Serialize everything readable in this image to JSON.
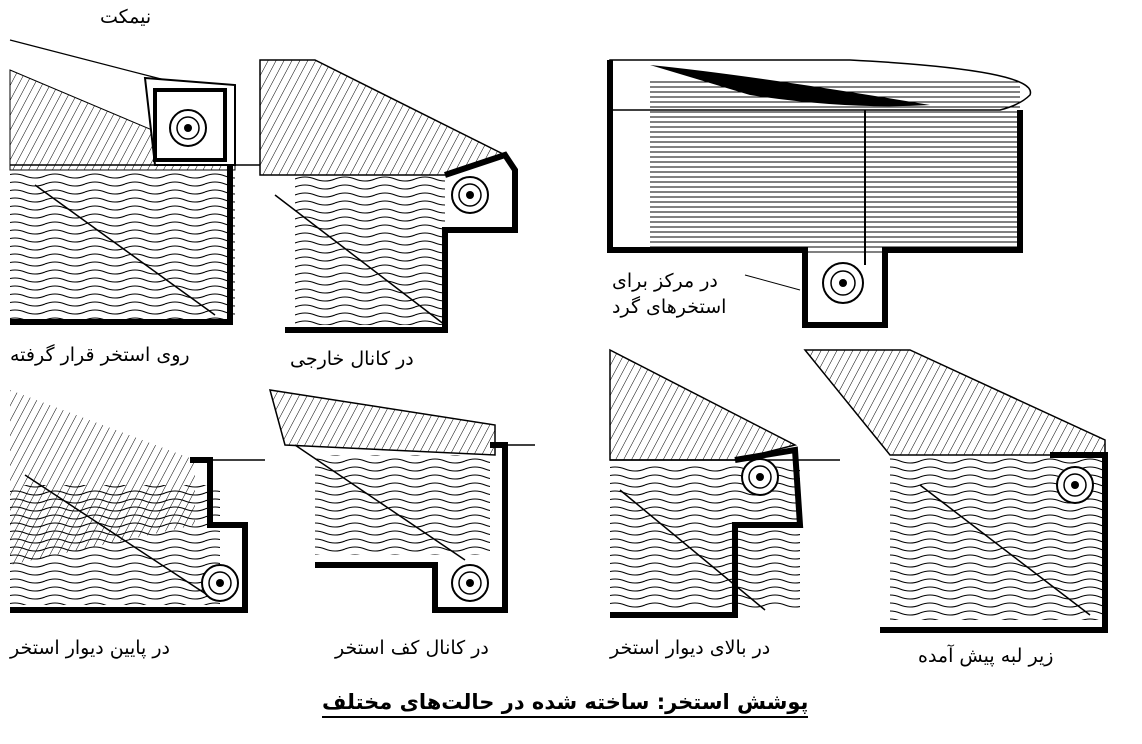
{
  "title": "پوشش استخر: ساخته شده در حالت‌های مختلف",
  "labels": {
    "bench": "نیمکت",
    "on_pool": "روی استخر قرار گرفته",
    "outer_channel": "در کانال خارجی",
    "center_round_1": "در مرکز برای",
    "center_round_2": "استخرهای گرد",
    "below_wall": "در پایین دیوار استخر",
    "floor_channel": "در کانال کف استخر",
    "above_wall": "در بالای دیوار استخر",
    "under_ledge": "زیر لبه پیش آمده"
  },
  "colors": {
    "ink": "#000000",
    "paper": "#ffffff"
  }
}
